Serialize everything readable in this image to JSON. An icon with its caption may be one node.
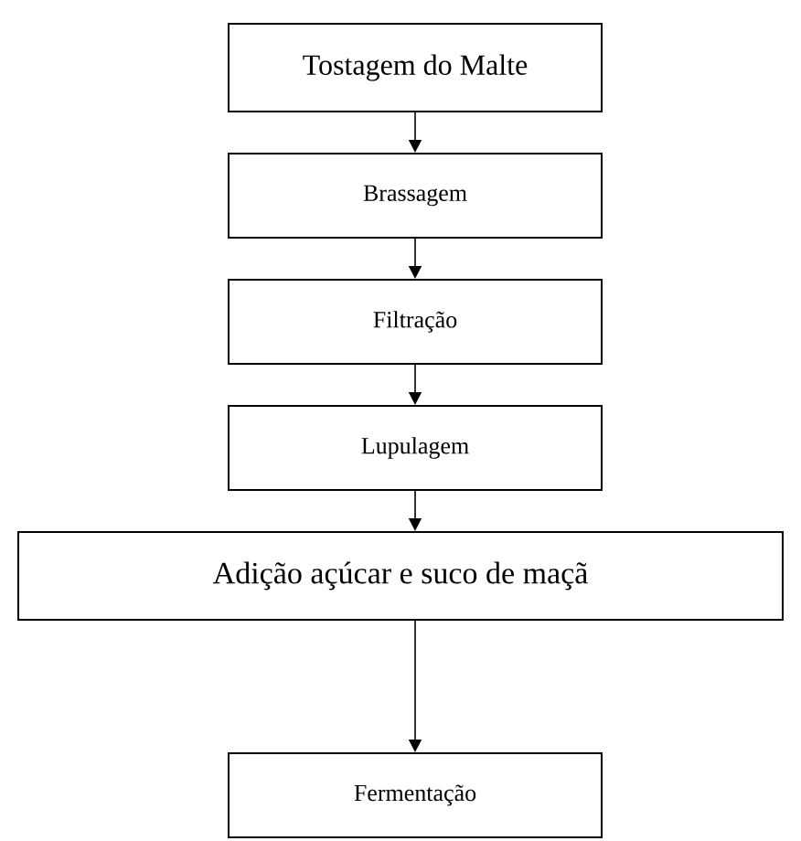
{
  "diagram": {
    "nodes": [
      {
        "text": [
          "Tostagem do Malte"
        ]
      },
      {
        "text": [
          "Brassagem"
        ]
      },
      {
        "text": [
          "Filtração"
        ]
      },
      {
        "text": [
          "Lupulagem"
        ]
      },
      {
        "text": [
          "Adição açúcar e suco de maçã"
        ]
      },
      {
        "text": [
          "Fermentação"
        ]
      }
    ],
    "edges": [
      {
        "from": 0,
        "to": 1,
        "arrow": "to"
      },
      {
        "from": 1,
        "to": 2,
        "arrow": "to"
      },
      {
        "from": 2,
        "to": 3,
        "arrow": "to"
      },
      {
        "from": 3,
        "to": 4,
        "arrow": "to"
      },
      {
        "from": 4,
        "to": 5,
        "arrow": "to"
      }
    ]
  }
}
